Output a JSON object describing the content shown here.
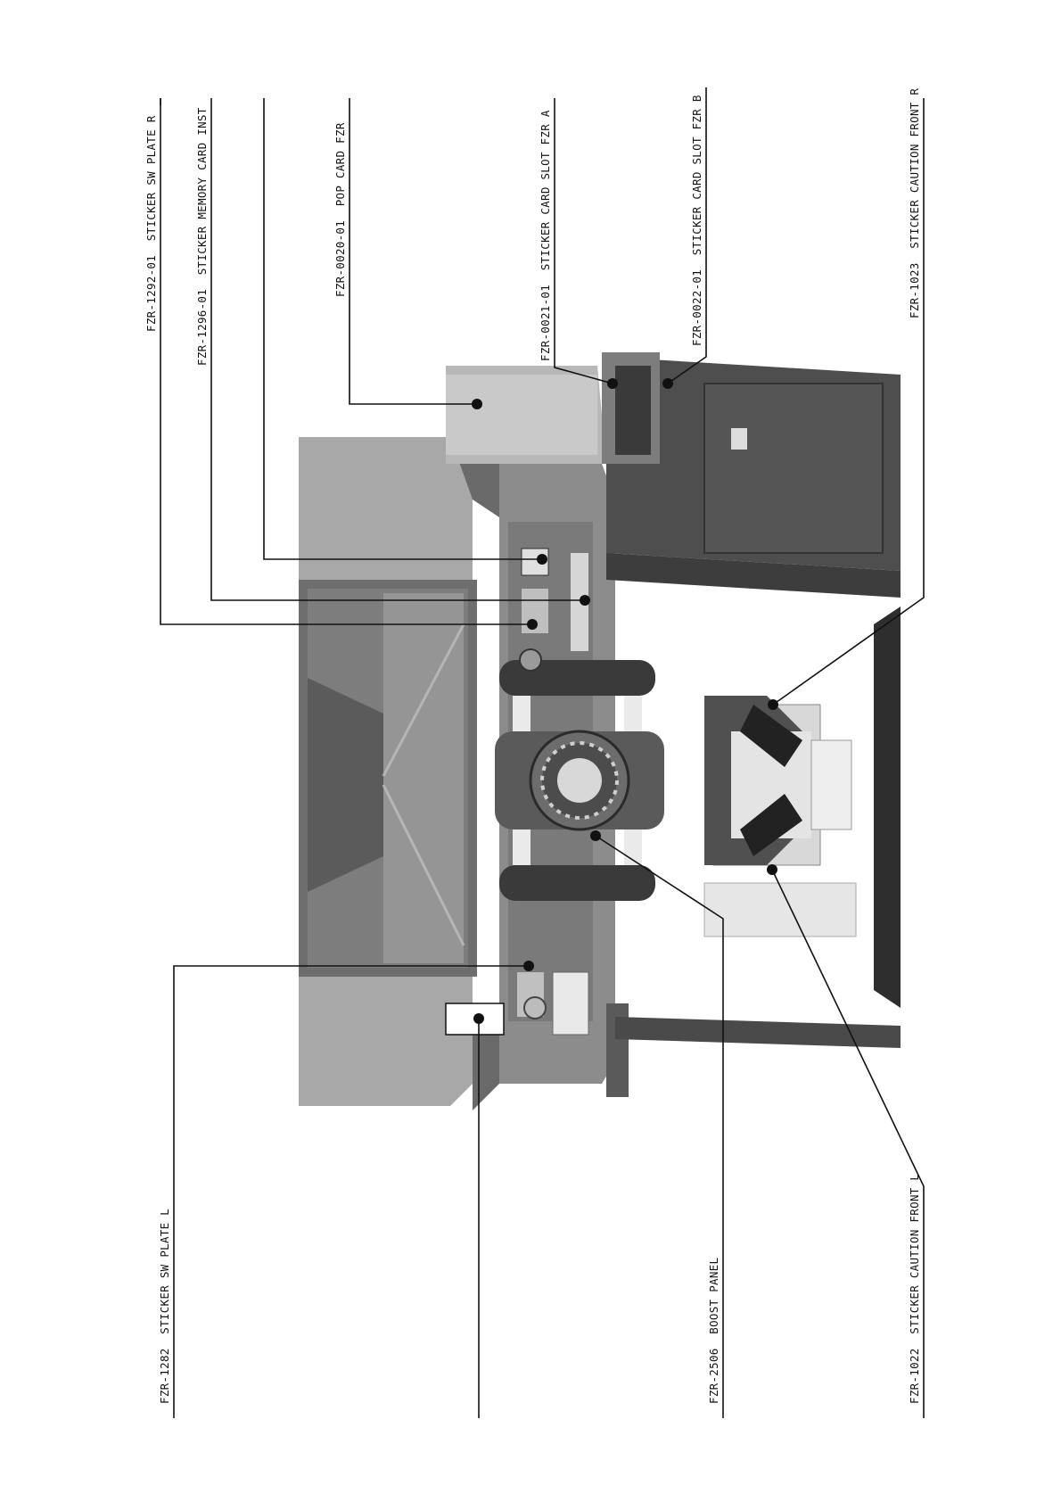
{
  "labels": {
    "sw_plate_r": "FZR-1292-01  STICKER SW PLATE R",
    "memory_card_inst": "FZR-1296-01  STICKER MEMORY CARD INST",
    "pop_card": "FZR-0020-01  POP CARD FZR",
    "card_slot_a": "FZR-0021-01  STICKER CARD SLOT FZR A",
    "card_slot_b": "FZR-0022-01  STICKER CARD SLOT FZR B",
    "caution_front_r": "FZR-1023  STICKER CAUTION FRONT R",
    "sw_plate_l": "FZR-1282  STICKER SW PLATE L",
    "boost_panel": "FZR-2506  BOOST PANEL",
    "caution_front_l": "FZR-1022  STICKER CAUTION FRONT L"
  },
  "colors": {
    "line": "#111111",
    "cabinet_dark": "#4a4a4a",
    "cabinet_mid": "#8a8a8a",
    "cabinet_light": "#bdbdbd",
    "screen": "#6e6e6e"
  }
}
